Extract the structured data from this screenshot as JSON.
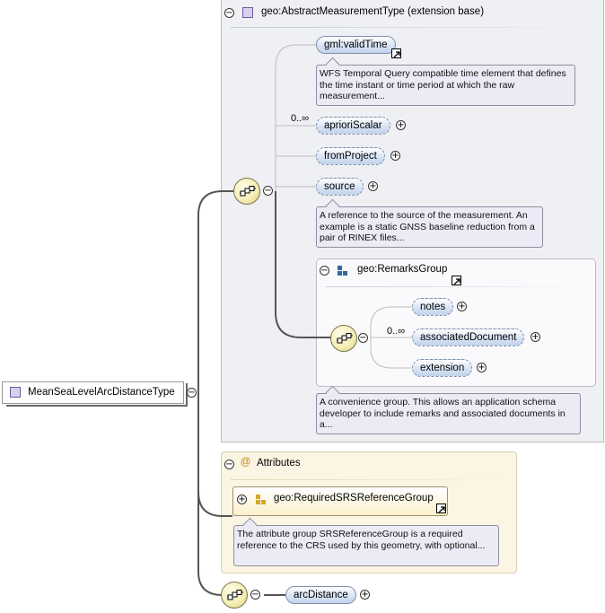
{
  "root": {
    "label": "MeanSeaLevelArcDistanceType",
    "toggle": "−"
  },
  "extension": {
    "title": "geo:AbstractMeasurementType (extension base)",
    "toggle": "−",
    "sequence_toggle": "−",
    "elements": [
      {
        "name": "gml:validTime",
        "toggle": "",
        "occurrence": "",
        "has_link": true
      },
      {
        "name": "aprioriScalar",
        "toggle": "+",
        "occurrence": "0..∞"
      },
      {
        "name": "fromProject",
        "toggle": "+",
        "occurrence": ""
      },
      {
        "name": "source",
        "toggle": "+",
        "occurrence": ""
      }
    ],
    "notes": {
      "validTime": "WFS Temporal Query compatible time element that defines the time instant or time period at which the raw measurement...",
      "source": "A reference to the source of the measurement. An example is a static GNSS baseline reduction from a pair of RINEX files...",
      "remarks_group": "A convenience group. This allows an application schema developer to include remarks and associated documents in a..."
    }
  },
  "remarks_group": {
    "title": "geo:RemarksGroup",
    "toggle": "−",
    "sequence_toggle": "−",
    "occurrence": "0..∞",
    "elements": [
      {
        "name": "notes",
        "toggle": "+"
      },
      {
        "name": "associatedDocument",
        "toggle": "+"
      },
      {
        "name": "extension",
        "toggle": "+"
      }
    ]
  },
  "attributes": {
    "title": "Attributes",
    "toggle": "−",
    "at_symbol": "@",
    "group": {
      "name": "geo:RequiredSRSReferenceGroup",
      "toggle": "+"
    },
    "note": "The attribute group SRSReferenceGroup is a required reference to the CRS used by this geometry, with optional..."
  },
  "own_sequence": {
    "toggle": "−",
    "element": {
      "name": "arcDistance",
      "toggle": "+"
    }
  },
  "colors": {
    "pill_border": "#7f90ad",
    "note_bg": "#eceaf4",
    "attr_bg": "#fbf5e3",
    "panel_bg": "#eff0f3"
  }
}
